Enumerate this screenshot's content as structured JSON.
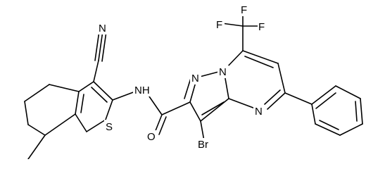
{
  "molecule": {
    "atoms": {
      "nitrile_n": "N",
      "amide_nh": "NH",
      "sulfur": "S",
      "fluorine_1": "F",
      "fluorine_2": "F",
      "fluorine_3": "F",
      "ring_n_top": "N",
      "ring_n_bridge": "N",
      "ring_n_lower": "N",
      "carbonyl_o": "O",
      "bromine": "Br"
    }
  },
  "colors": {
    "bond": "#000000",
    "label": "#000000",
    "background": "#ffffff"
  }
}
